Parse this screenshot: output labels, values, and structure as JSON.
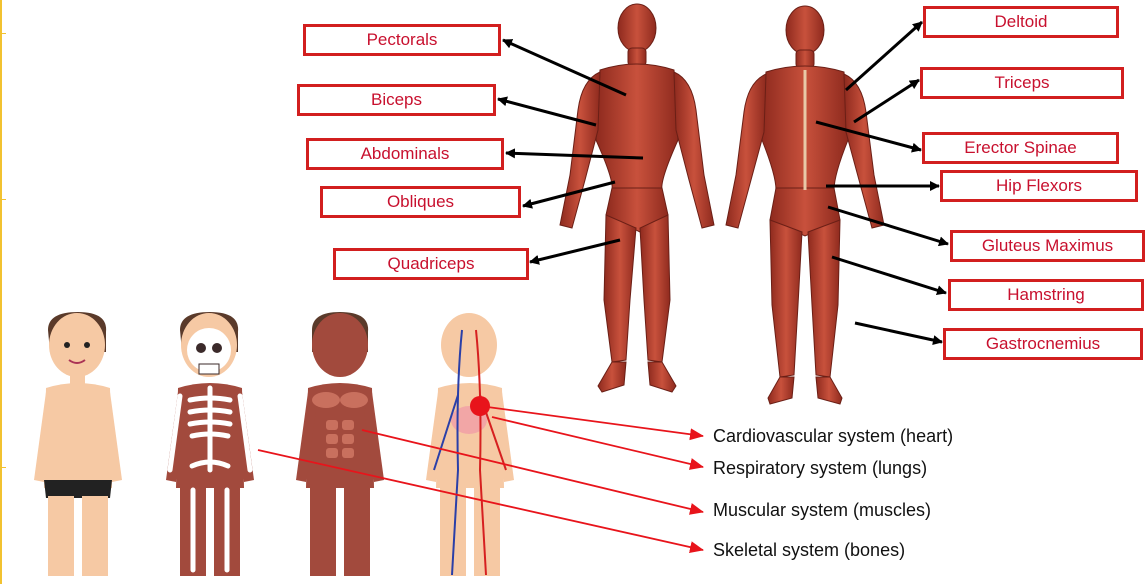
{
  "muscle_labels_front": [
    {
      "id": "pectorals",
      "text": "Pectorals"
    },
    {
      "id": "biceps",
      "text": "Biceps"
    },
    {
      "id": "abdominals",
      "text": "Abdominals"
    },
    {
      "id": "obliques",
      "text": "Obliques"
    },
    {
      "id": "quadriceps",
      "text": "Quadriceps"
    }
  ],
  "muscle_labels_back": [
    {
      "id": "deltoid",
      "text": "Deltoid"
    },
    {
      "id": "triceps",
      "text": "Triceps"
    },
    {
      "id": "erector-spinae",
      "text": "Erector Spinae"
    },
    {
      "id": "hip-flexors",
      "text": "Hip Flexors"
    },
    {
      "id": "gluteus-maximus",
      "text": "Gluteus Maximus"
    },
    {
      "id": "hamstring",
      "text": "Hamstring"
    },
    {
      "id": "gastrocnemius",
      "text": "Gastrocnemius"
    }
  ],
  "body_systems": [
    {
      "id": "cardiovascular",
      "text": "Cardiovascular system (heart)"
    },
    {
      "id": "respiratory",
      "text": "Respiratory system (lungs)"
    },
    {
      "id": "muscular",
      "text": "Muscular system (muscles)"
    },
    {
      "id": "skeletal",
      "text": "Skeletal system (bones)"
    }
  ],
  "colors": {
    "label_border": "#d21f1f",
    "label_text": "#c8102e",
    "arrow_black": "#000000",
    "arrow_red": "#e8141b",
    "muscle": "#b83a2a",
    "skin": "#f6c9a4",
    "cartoon_muscle": "#a24a3d"
  }
}
